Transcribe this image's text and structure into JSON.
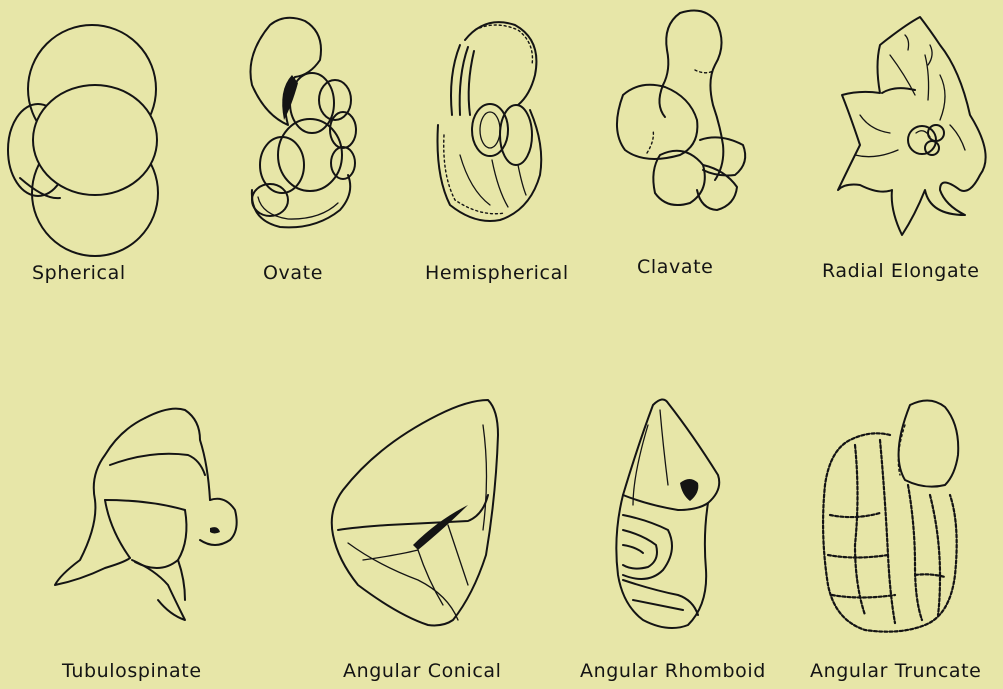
{
  "plate": {
    "row1": [
      {
        "id": "spherical",
        "label": "Spherical"
      },
      {
        "id": "ovate",
        "label": "Ovate"
      },
      {
        "id": "hemispherical",
        "label": "Hemispherical"
      },
      {
        "id": "clavate",
        "label": "Clavate"
      },
      {
        "id": "radial-elongate",
        "label": "Radial Elongate"
      }
    ],
    "row2": [
      {
        "id": "tubulospinate",
        "label": "Tubulospinate"
      },
      {
        "id": "angular-conical",
        "label": "Angular Conical"
      },
      {
        "id": "angular-rhomboid",
        "label": "Angular Rhomboid"
      },
      {
        "id": "angular-truncate",
        "label": "Angular Truncate"
      }
    ]
  },
  "colors": {
    "background": "#e7e6a8",
    "ink": "#141414"
  }
}
